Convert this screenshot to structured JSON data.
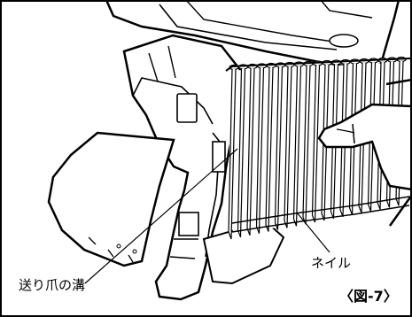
{
  "labels": {
    "feed_claw_groove": "送り爪の溝",
    "nail": "ネイル",
    "figure_number": "〈図-7〉"
  }
}
